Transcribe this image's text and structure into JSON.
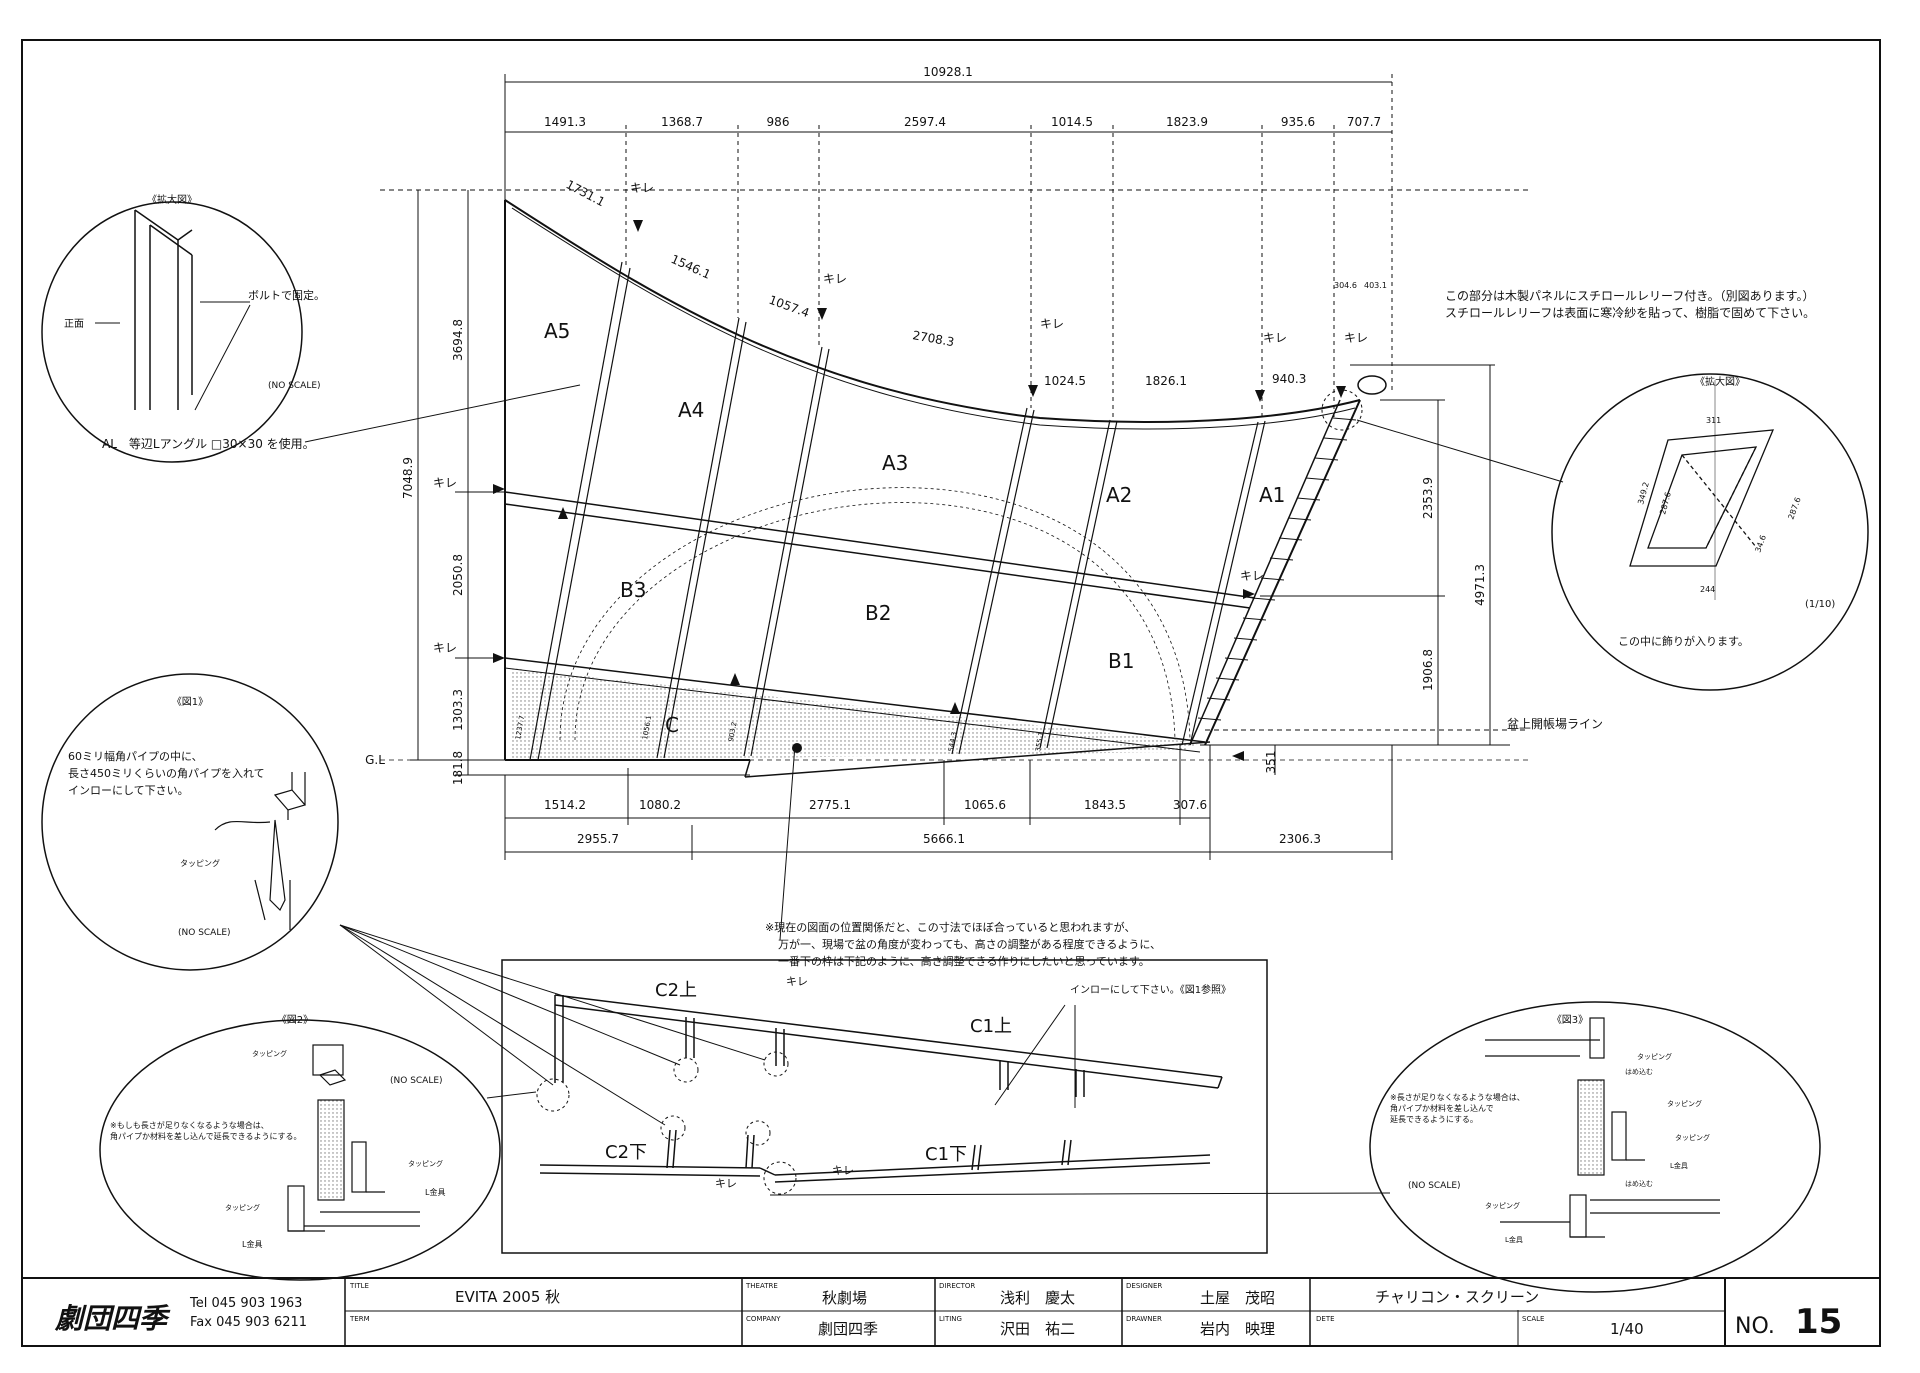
{
  "drawing": {
    "dims_top": {
      "overall": "10928.1",
      "segments": [
        "1491.3",
        "1368.7",
        "986",
        "2597.4",
        "1014.5",
        "1823.9",
        "935.6",
        "707.7"
      ]
    },
    "dims_curve": [
      "1731.1",
      "1546.1",
      "1057.4",
      "2708.3",
      "1024.5",
      "1826.1",
      "940.3"
    ],
    "small_top": [
      "304.6",
      "403.1"
    ],
    "dims_left": [
      "3694.8",
      "7048.9",
      "2050.8",
      "1303.3",
      "181.8"
    ],
    "dims_right": [
      "2353.9",
      "4971.3",
      "1906.8",
      "351"
    ],
    "dims_bottom": [
      "1514.2",
      "1080.2",
      "2775.1",
      "1065.6",
      "1843.5",
      "307.6"
    ],
    "dims_bottom2": [
      "2955.7",
      "5666.1",
      "2306.3"
    ],
    "panels": [
      "A5",
      "A4",
      "A3",
      "A2",
      "A1",
      "B3",
      "B2",
      "B1",
      "C"
    ],
    "kire": "キレ",
    "gl": "G.L",
    "stage_line": "盆上開帳場ライン",
    "c_heights": [
      "1237.7",
      "1056.1",
      "903.2",
      "544.3",
      "355.1"
    ],
    "note_top_right": [
      "この部分は木製パネルにスチロールレリーフ付き。（別図あります。）",
      "スチロールレリーフは表面に寒冷紗を貼って、樹脂で固めて下さい。"
    ],
    "note_center": [
      "※現在の図面の位置関係だと、この寸法でほぼ合っていると思われますが、",
      "万が一、現場で盆の角度が変わっても、高さの調整がある程度できるように、",
      "一番下の枠は下記のように、高さ調整できる作りにしたいと思っています。"
    ],
    "detail_bottom": {
      "c2_top": "C2上",
      "c1_top": "C1上",
      "c2_bot": "C2下",
      "c1_bot": "C1下",
      "inro": "インローにして下さい。《図1参照》"
    }
  },
  "circles": {
    "enlarge1": {
      "title": "《拡大図》",
      "front": "正面",
      "bolt": "ボルトで固定。",
      "noscale": "(NO SCALE)",
      "caption": "AL　等辺Lアングル □30×30 を使用。"
    },
    "enlarge2": {
      "title": "《拡大図》",
      "scale": "(1/10)",
      "dims": [
        "311",
        "349.2",
        "287.6",
        "287.6",
        "34.6",
        "244"
      ],
      "caption": "この中に飾りが入ります。"
    },
    "fig1": {
      "title": "《図1》",
      "text": [
        "60ミリ幅角パイプの中に、",
        "長さ450ミリくらいの角パイプを入れて",
        "インローにして下さい。"
      ],
      "tap": "タッピング",
      "noscale": "(NO SCALE)"
    },
    "fig2": {
      "title": "《図2》",
      "noscale": "(NO SCALE)",
      "text": [
        "※もしも長さが足りなくなるような場合は、",
        "角パイプか材料を差し込んで延長できるようにする。"
      ],
      "tap": "タッピング",
      "lkanagu": "L金具"
    },
    "fig3": {
      "title": "《図3》",
      "noscale": "(NO SCALE)",
      "text": [
        "※長さが足りなくなるような場合は、",
        "角パイプか材料を差し込んで",
        "延長できるようにする。"
      ],
      "tap": "タッピング",
      "hamekomu": "はめ込む",
      "lkanagu": "L金具"
    }
  },
  "title_block": {
    "company_logo": "劇団四季",
    "tel": "Tel 045 903 1963",
    "fax": "Fax 045 903 6211",
    "title_label": "TITLE",
    "title": "EVITA 2005 秋",
    "term_label": "TERM",
    "theatre_label": "THEATRE",
    "theatre": "秋劇場",
    "company_label": "COMPANY",
    "company": "劇団四季",
    "director_label": "DIRECTOR",
    "director": "浅利　慶太",
    "lighting_label": "LITING",
    "lighting": "沢田　祐二",
    "designer_label": "DESIGNER",
    "designer": "土屋　茂昭",
    "drawner_label": "DRAWNER",
    "drawner": "岩内　映理",
    "subject": "チャリコン・スクリーン",
    "date_label": "DETE",
    "scale_label": "SCALE",
    "scale": "1/40",
    "no_label": "NO.",
    "no": "15"
  }
}
